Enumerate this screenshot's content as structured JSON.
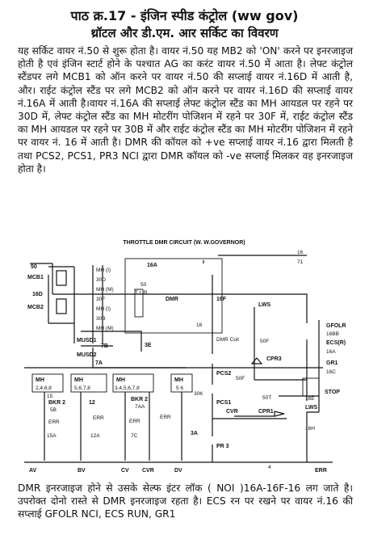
{
  "header": {
    "title": "पाठ क्र.17 - इंजिन स्पीड कंट्रोल (ww gov)",
    "subtitle": "थ्रॉटल और डी.एम. आर सर्किट का विवरण"
  },
  "body": {
    "paragraph1": "यह सर्किट वायर नं.50 से शुरू होता है। वायर नं.50 यह MB2 को 'ON' करने पर इनरजाइज होती है एवं इंजिन स्टार्ट होने के पश्चात AG का करंट वायर नं.50 में आता है। लेफ्ट कंट्रोल स्टैंडपर लगे MCB1 को ऑन करने पर वायर नं.50 की सप्लाई वायर नं.16D में आती है, और। राईट कंट्रोल स्टैंड पर लगे MCB2 को ऑन करने पर वायर नं.16D की सप्लाई वायर नं.16A में आती है।वायर नं.16A की सप्लाई लेफ्ट कंट्रोल स्टैंड का MH आयडल पर रहने पर 30D में, लेफ्ट कंट्रोल स्टैंड का MH मोटरींग पोजिशन में रहने पर 30F में, राईट कंट्रोल स्टैंड का MH आयडल पर रहने पर 30B में और राईट कंट्रोल स्टैंड का MH मोटरींग पोजिशन में रहने पर वायर नं. 16 में आती है। DMR की कॉयल को +ve सप्लाई वायर नं.16 द्वारा मिलती है तथा PCS2, PCS1, PR3 NCI द्वारा DMR कॉयल को -ve सप्लाई मिलकर वह इनरजाइज होता है।",
    "paragraph2": "DMR इनरजाइज होने से उसके सेल्फ इंटर लॉक ( NOI )16A-16F-16 लग जाते है। उपरोक्त दोनो रास्ते से DMR इनरजाइज रहता है। ECS रन पर रखने पर वायर नं.16 की सप्लाई GFOLR NCI, ECS RUN, GR1"
  },
  "diagram": {
    "title": "THROTTLE DMR CIRCUIT (W. W.GOVERNOR)",
    "labels": {
      "w50": "50",
      "mcb1": "MCB1",
      "w16d": "16D",
      "mcb2": "MCB2",
      "mh_i1": "MH (I)",
      "w30d": "30D",
      "mh_m1": "MH (M)",
      "w30f": "30F",
      "mh_i2": "MH (I)",
      "w30b": "30B",
      "mh_m2": "MH (M)",
      "w16a": "16A",
      "w50b": "50",
      "tlr": "T L R",
      "dmr": "DMR",
      "w16f": "16F",
      "w16r": "16",
      "musd1": "MUSD1",
      "w7b": "7B",
      "w3e": "3E",
      "musd2": "MUSD2",
      "w7a": "7A",
      "mh1": "MH",
      "mh1n": "2,4,6,8",
      "mh2": "MH",
      "mh2n": "5,6,7,8",
      "mh3": "MH",
      "mh3n": "3,4,5,6,7,8",
      "mh4": "MH",
      "mh4n": "5 6",
      "w15": "15",
      "bkr2a": "BKR 2",
      "w5b": "5B",
      "w12": "12",
      "bkr2b": "BKR 2",
      "w7aa": "7AA",
      "err1": "ERR",
      "w15a": "15A",
      "err2": "ERR",
      "w12a": "12A",
      "err3": "ERR",
      "w7c": "7C",
      "err4": "ERR",
      "w30k": "30K",
      "w3a": "3A",
      "dmr_coil": "DMR Coil",
      "pcs2": "PCS2",
      "pcs1": "PCS1",
      "pr3": "PR 3",
      "cvr": "CVR",
      "cpr1": "CPR1",
      "lws1": "LWS",
      "w50f": "50F",
      "cpr3": "CPR3",
      "w50f2": "50F",
      "w50t": "50T",
      "w16top": "16",
      "w71": "71",
      "gfolr": "GFOLR",
      "w16bb": "16BB",
      "ecsr": "ECS(R)",
      "w16a2": "16A",
      "gr1": "GR1",
      "w16c": "16C",
      "stop": "STOP",
      "w16e": "16E",
      "lws2": "LWS",
      "w16h": "16H",
      "w4": "4",
      "av": "AV",
      "bv": "BV",
      "cv": "CV",
      "cvr2": "CVR",
      "dv": "DV",
      "err_bottom": "ERR"
    }
  }
}
